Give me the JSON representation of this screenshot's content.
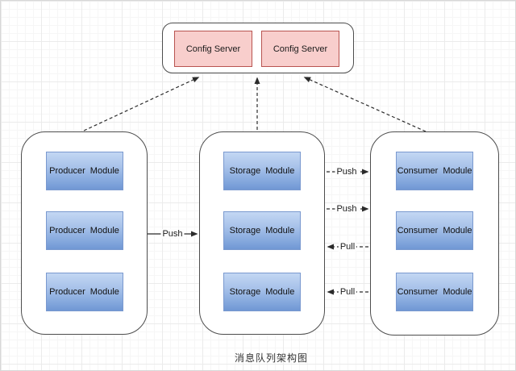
{
  "title": "消息队列架构图",
  "config_group": {
    "servers": [
      {
        "label": "Config Server"
      },
      {
        "label": "Config Server"
      }
    ]
  },
  "producer_group": {
    "modules": [
      "Producer Module",
      "Producer Module",
      "Producer Module"
    ]
  },
  "storage_group": {
    "modules": [
      "Storage Module",
      "Storage Module",
      "Storage Module"
    ]
  },
  "consumer_group": {
    "modules": [
      "Consumer Module",
      "Consumer Module",
      "Consumer Module"
    ]
  },
  "arrows": {
    "producer_to_storage": "Push",
    "storage_to_consumer_push_1": "Push",
    "storage_to_consumer_push_2": "Push",
    "consumer_to_storage_pull_1": "Pull",
    "consumer_to_storage_pull_2": "Pull"
  },
  "colors": {
    "module_fill_top": "#c3d7f3",
    "module_fill_bottom": "#7097d4",
    "module_border": "#7a99cf",
    "config_fill": "#f8cecc",
    "config_border": "#b85450",
    "container_border": "#4d4d4d",
    "arrow": "#2b2b2b",
    "grid_line": "#ebebeb"
  }
}
